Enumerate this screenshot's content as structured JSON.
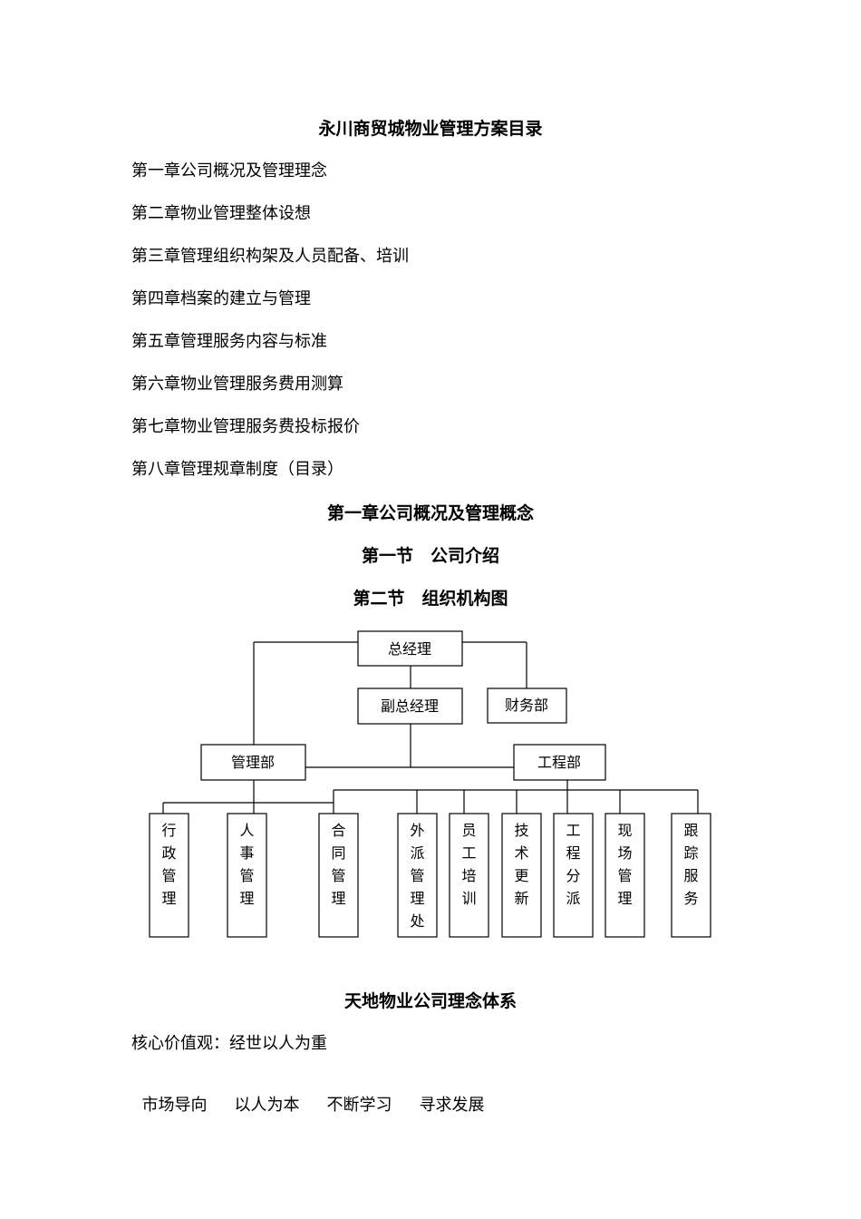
{
  "doc_title": "永川商贸城物业管理方案目录",
  "toc": [
    "第一章公司概况及管理理念",
    "第二章物业管理整体设想",
    "第三章管理组织构架及人员配备、培训",
    "第四章档案的建立与管理",
    "第五章管理服务内容与标准",
    "第六章物业管理服务费用测算",
    "第七章物业管理服务费投标报价",
    "第八章管理规章制度（目录）"
  ],
  "chapter1_title": "第一章公司概况及管理概念",
  "section1_title": "第一节　公司介绍",
  "section2_title": "第二节　组织机构图",
  "org_chart": {
    "gm": "总经理",
    "deputy_gm": "副总经理",
    "finance": "财务部",
    "management_dept": "管理部",
    "engineering_dept": "工程部",
    "units": [
      "行政管理",
      "人事管理",
      "合同管理",
      "外派管理处",
      "员工培训",
      "技术更新",
      "工程分派",
      "现场管理",
      "跟踪服务"
    ],
    "para_mark": "↵"
  },
  "philosophy_title": "天地物业公司理念体系",
  "core_value": "核心价值观：经世以人为重",
  "principles": [
    "市场导向",
    "以人为本",
    "不断学习",
    "寻求发展"
  ]
}
